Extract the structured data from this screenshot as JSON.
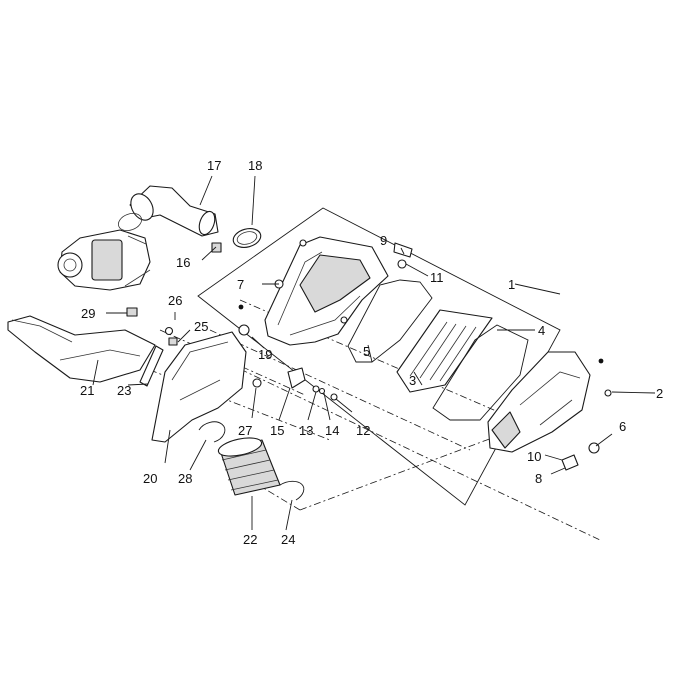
{
  "diagram": {
    "background": "#ffffff",
    "line_color": "#1a1a1a",
    "callouts": [
      {
        "id": "1",
        "label": "1"
      },
      {
        "id": "2",
        "label": "2"
      },
      {
        "id": "3",
        "label": "3"
      },
      {
        "id": "4",
        "label": "4"
      },
      {
        "id": "5",
        "label": "5"
      },
      {
        "id": "6",
        "label": "6"
      },
      {
        "id": "7",
        "label": "7"
      },
      {
        "id": "8",
        "label": "8"
      },
      {
        "id": "9",
        "label": "9"
      },
      {
        "id": "10",
        "label": "10"
      },
      {
        "id": "11",
        "label": "11"
      },
      {
        "id": "12",
        "label": "12"
      },
      {
        "id": "13",
        "label": "13"
      },
      {
        "id": "14",
        "label": "14"
      },
      {
        "id": "15",
        "label": "15"
      },
      {
        "id": "16",
        "label": "16"
      },
      {
        "id": "17",
        "label": "17"
      },
      {
        "id": "18",
        "label": "18"
      },
      {
        "id": "19",
        "label": "19"
      },
      {
        "id": "20",
        "label": "20"
      },
      {
        "id": "21",
        "label": "21"
      },
      {
        "id": "22",
        "label": "22"
      },
      {
        "id": "23",
        "label": "23"
      },
      {
        "id": "24",
        "label": "24"
      },
      {
        "id": "25",
        "label": "25"
      },
      {
        "id": "26",
        "label": "26"
      },
      {
        "id": "27",
        "label": "27"
      },
      {
        "id": "28",
        "label": "28"
      },
      {
        "id": "29",
        "label": "29"
      }
    ]
  }
}
